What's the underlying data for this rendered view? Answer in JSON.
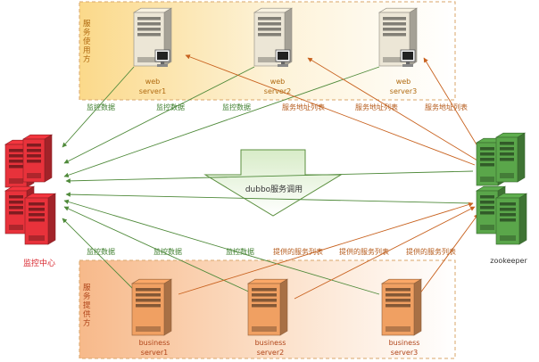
{
  "consumer_zone": {
    "title": "服务使用方"
  },
  "provider_zone": {
    "title": "服务提供方"
  },
  "consumers": [
    {
      "line1": "web",
      "line2": "server1"
    },
    {
      "line1": "web",
      "line2": "server2"
    },
    {
      "line1": "web",
      "line2": "server3"
    }
  ],
  "providers": [
    {
      "line1": "business",
      "line2": "server1"
    },
    {
      "line1": "business",
      "line2": "server2"
    },
    {
      "line1": "business",
      "line2": "server3"
    }
  ],
  "monitor": {
    "label": "监控中心"
  },
  "zookeeper": {
    "label": "zookeeper"
  },
  "center_arrow": {
    "label": "dubbo服务调用"
  },
  "edge_labels": {
    "top_monitor": [
      "监控数据",
      "监控数据",
      "监控数据"
    ],
    "top_address": [
      "服务地址列表",
      "服务地址列表",
      "服务地址列表"
    ],
    "bottom_monitor": [
      "监控数据",
      "监控数据",
      "监控数据"
    ],
    "bottom_provided": [
      "提供的服务列表",
      "提供的服务列表",
      "提供的服务列表"
    ]
  },
  "colors": {
    "consumer_zone_fill": "#fde9b8",
    "provider_zone_fill": "#f9cfa6",
    "zone_border": "#d9a66a",
    "monitor_line": "#4f8a3a",
    "address_line": "#c8621f",
    "monitor_server": "#e8323b",
    "zk_server": "#5aa64a",
    "consumer_server": "#ece6d6",
    "provider_server": "#f0a062"
  }
}
